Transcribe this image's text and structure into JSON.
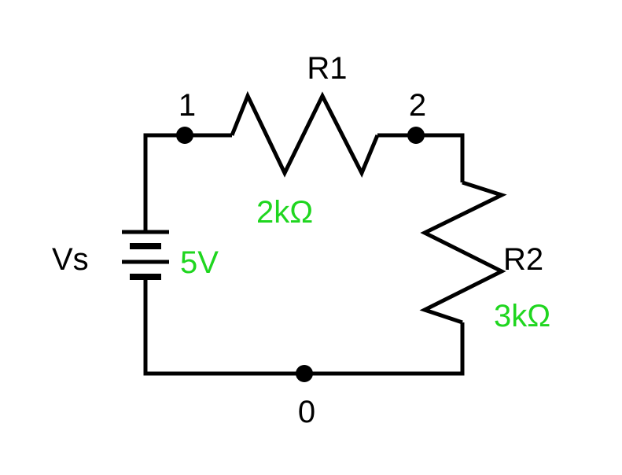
{
  "colors": {
    "wire": "#000000",
    "label": "#000000",
    "value": "#1fd61f",
    "background": "#ffffff"
  },
  "nodes": {
    "n1": "1",
    "n2": "2",
    "n0": "0"
  },
  "components": {
    "source": {
      "name": "Vs",
      "value": "5V"
    },
    "r1": {
      "name": "R1",
      "value": "2kΩ"
    },
    "r2": {
      "name": "R2",
      "value": "3kΩ"
    }
  }
}
